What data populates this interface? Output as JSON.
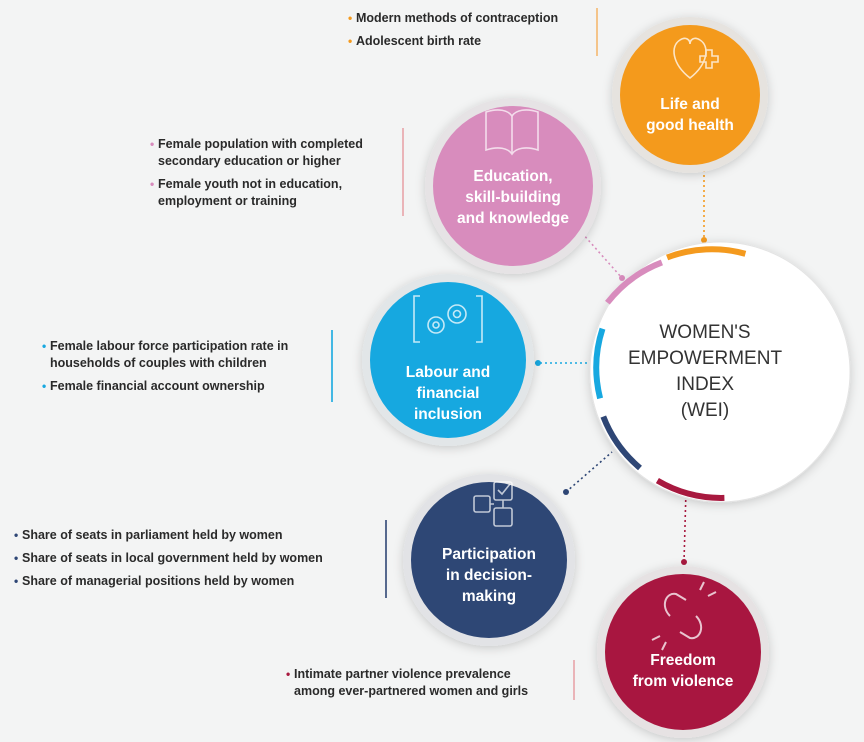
{
  "center": {
    "title": "WOMEN'S\nEMPOWERMENT\nINDEX\n(WEI)"
  },
  "dimensions": [
    {
      "label": "Life and\ngood health",
      "color": "#f49a1e",
      "icon": "heart-cross-icon",
      "indicators": [
        "Modern methods of contraception",
        "Adolescent birth rate"
      ]
    },
    {
      "label": "Education,\nskill-building\nand knowledge",
      "color": "#d88cbd",
      "icon": "book-icon",
      "indicators": [
        "Female population with completed\nsecondary education or higher",
        "Female youth not in education,\nemployment or training"
      ]
    },
    {
      "label": "Labour and\nfinancial\ninclusion",
      "color": "#17a8e0",
      "icon": "gears-icon",
      "indicators": [
        "Female labour force participation rate in\nhouseholds of couples with children",
        "Female financial account ownership"
      ]
    },
    {
      "label": "Participation\nin decision-\nmaking",
      "color": "#2e4675",
      "icon": "decision-checklist-icon",
      "indicators": [
        "Share of seats in parliament held by women",
        "Share of seats in local government held by women",
        "Share of managerial positions held by women"
      ]
    },
    {
      "label": "Freedom\nfrom violence",
      "color": "#a8193f",
      "icon": "broken-chain-icon",
      "indicators": [
        "Intimate partner violence prevalence\namong ever-partnered women and girls"
      ]
    }
  ]
}
